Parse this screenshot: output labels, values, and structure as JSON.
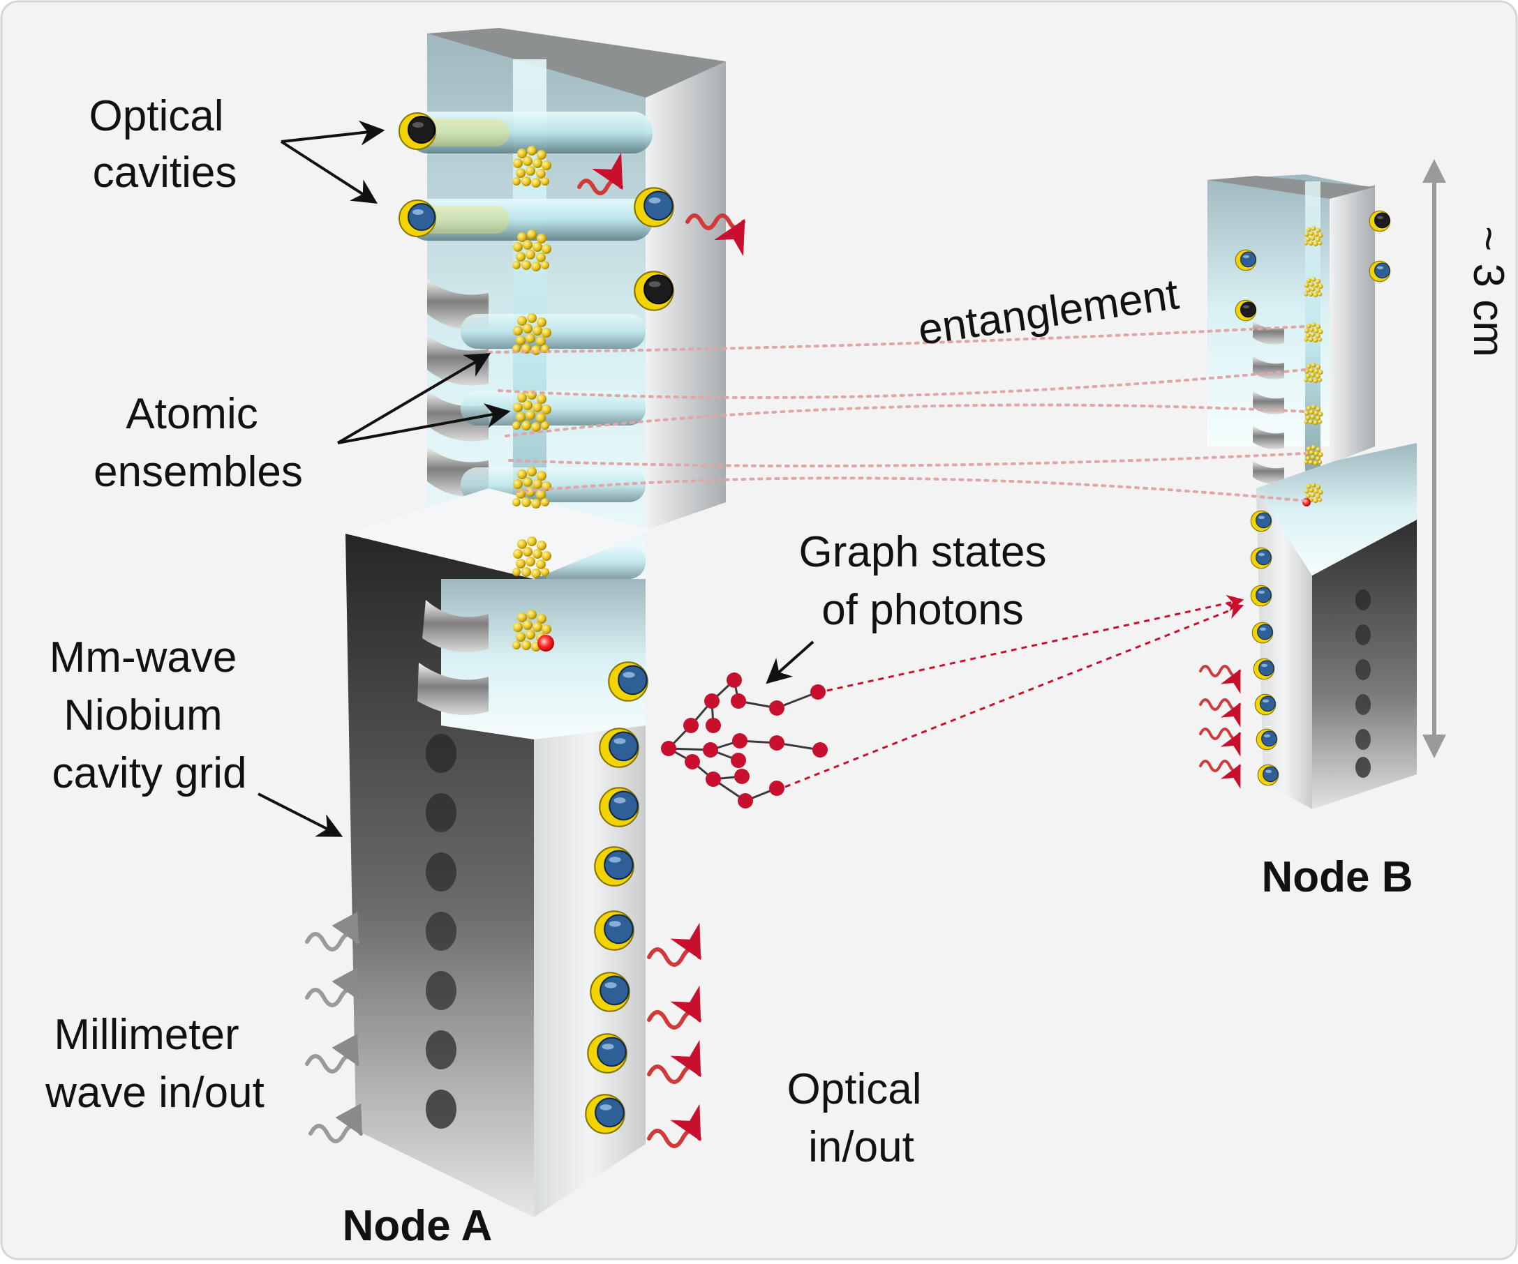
{
  "labels": {
    "optical_cavities": [
      "Optical",
      "cavities"
    ],
    "atomic_ensembles": [
      "Atomic",
      "ensembles"
    ],
    "mmwave_grid": [
      "Mm-wave",
      "Niobium",
      "cavity grid"
    ],
    "millimeter_wave": [
      "Millimeter",
      "wave in/out"
    ],
    "optical_io": [
      "Optical",
      "in/out"
    ],
    "graph_states": [
      "Graph states",
      "of photons"
    ],
    "entanglement": "entanglement",
    "size": "~ 3 cm",
    "node_a": "Node A",
    "node_b": "Node B"
  },
  "colors": {
    "background": "#f3f3f3",
    "border": "#d6d6d6",
    "photon": "#c8102e",
    "wave_red": "#d23a3a",
    "wave_grey": "#9a9a9a",
    "mirror_gold": "#f2d400",
    "mirror_blue": "#2f5f97",
    "atom_gold": "#e8c21a",
    "metal_light": "#e7e9ea",
    "metal_dark": "#3a3a3a",
    "glow": "#c9f3f7"
  },
  "icons": {
    "mirror": "cavity-mirror-icon",
    "atom_cluster": "atom-cluster-icon",
    "wave": "wavy-arrow-icon",
    "photon": "photon-node-icon"
  }
}
